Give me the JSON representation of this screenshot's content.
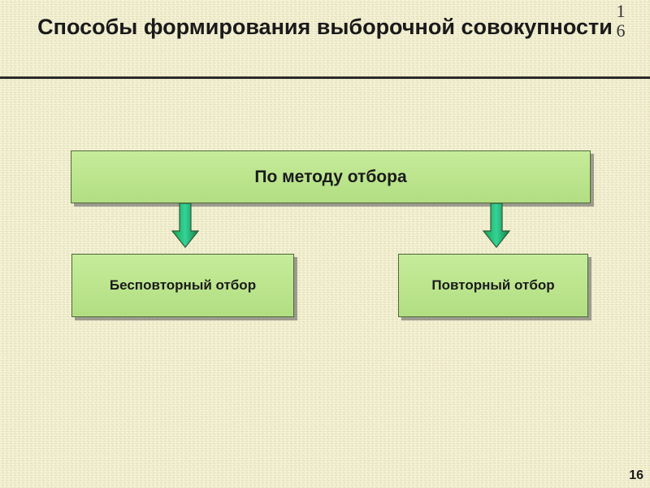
{
  "slide": {
    "title": "Способы формирования выборочной совокупности",
    "corner_number": "16",
    "page_number": "16"
  },
  "diagram": {
    "root": {
      "label": "По методу отбора"
    },
    "children": [
      {
        "label": "Бесповторный отбор"
      },
      {
        "label": "Повторный отбор"
      }
    ]
  },
  "colors": {
    "box_fill": "#c6ec9a",
    "box_border": "#4e6a3c",
    "arrow_fill": "#22c55e",
    "background": "#f2efcf"
  },
  "icons": {
    "connector": "down-arrow-icon"
  }
}
